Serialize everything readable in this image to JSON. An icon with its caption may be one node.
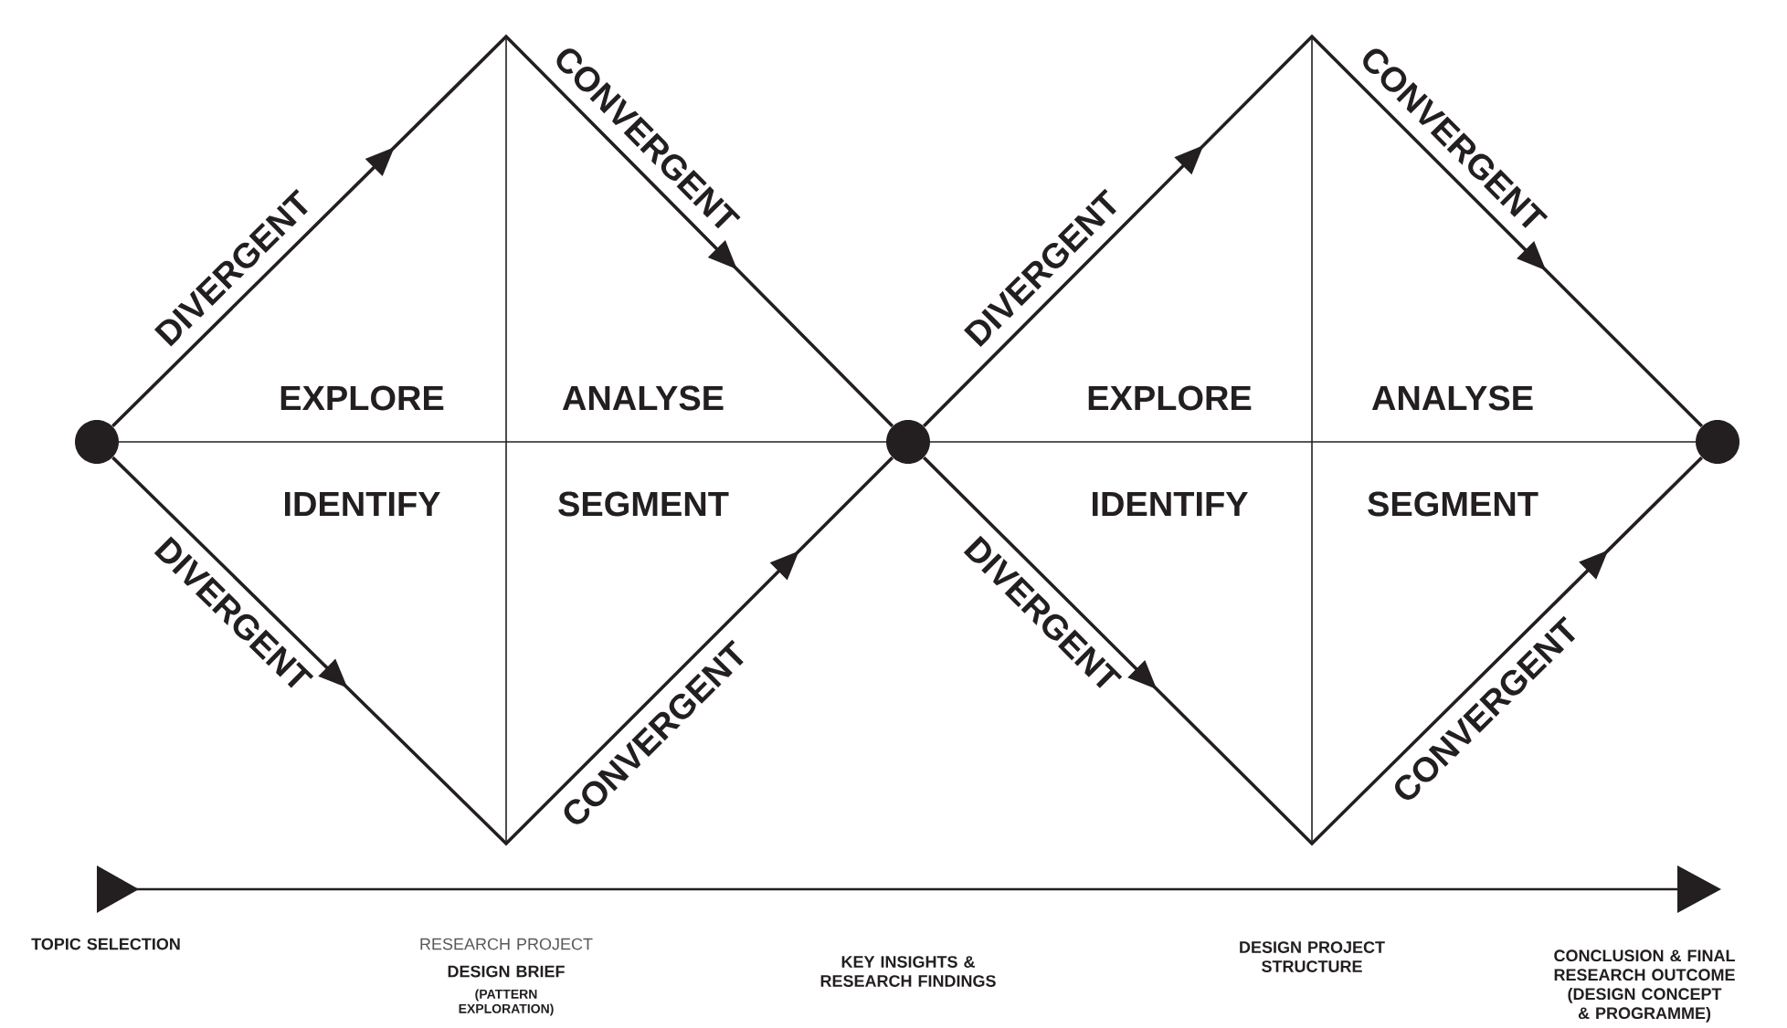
{
  "diagram": {
    "nodes": [
      {
        "text": [],
        "shape": "circle"
      },
      {
        "text": [],
        "shape": "circle"
      },
      {
        "text": [],
        "shape": "circle"
      }
    ],
    "edges": [
      {
        "from": 0,
        "to": 1,
        "arrow": "to",
        "label": "DIVERGENT"
      },
      {
        "from": 0,
        "to": 1,
        "arrow": "to",
        "label": "DIVERGENT"
      },
      {
        "from": 1,
        "to": 2,
        "arrow": "to",
        "label": "DIVERGENT"
      },
      {
        "from": 1,
        "to": 2,
        "arrow": "to",
        "label": "DIVERGENT"
      }
    ],
    "labels": [
      "CONVERGENT",
      "CONVERGENT",
      "EXPLORE",
      "ANALYSE",
      "EXPLORE",
      "ANALYSE",
      "IDENTIFY",
      "SEGMENT",
      "IDENTIFY",
      "SEGMENT",
      "CONVERGENT",
      "CONVERGENT",
      "TOPIC SELECTION",
      "RESEARCH PROJECT",
      "DESIGN BRIEF",
      "(PATTERN EXPLORATION)",
      "KEY INSIGHTS & RESEARCH FINDINGS",
      "DESIGN PROJECT STRUCTURE",
      "CONCLUSION & FINAL RESEARCH OUTCOME (DESIGN CONCEPT & PROGRAMME)"
    ]
  }
}
